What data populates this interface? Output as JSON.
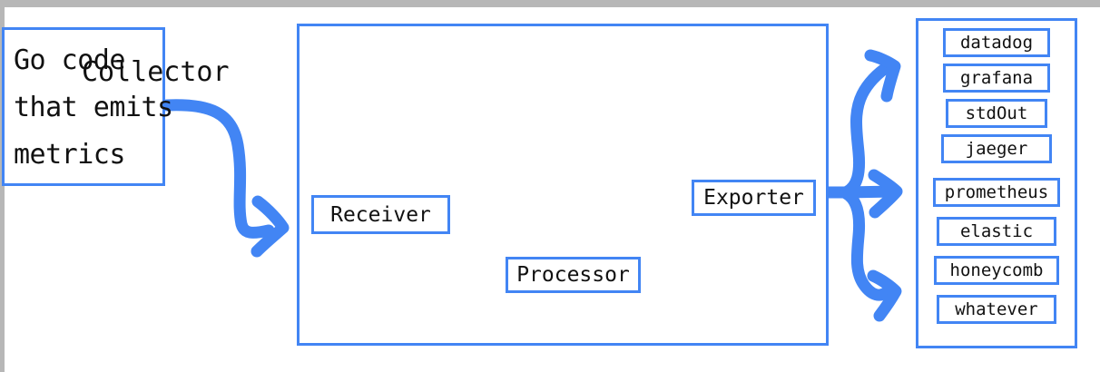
{
  "diagram": {
    "source": {
      "lines": [
        "Go code",
        "that emits",
        "metrics"
      ]
    },
    "collector": {
      "title": "Collector",
      "stages": [
        {
          "label": "Receiver"
        },
        {
          "label": "Processor"
        },
        {
          "label": "Exporter"
        }
      ]
    },
    "destinations": {
      "items": [
        {
          "label": "datadog"
        },
        {
          "label": "grafana"
        },
        {
          "label": "stdOut"
        },
        {
          "label": "jaeger"
        },
        {
          "label": "prometheus"
        },
        {
          "label": "elastic"
        },
        {
          "label": "honeycomb"
        },
        {
          "label": "whatever"
        }
      ]
    },
    "colors": {
      "accent": "#4285f4",
      "text": "#111111",
      "background": "#ffffff",
      "chrome": "#b7b7b7"
    }
  }
}
